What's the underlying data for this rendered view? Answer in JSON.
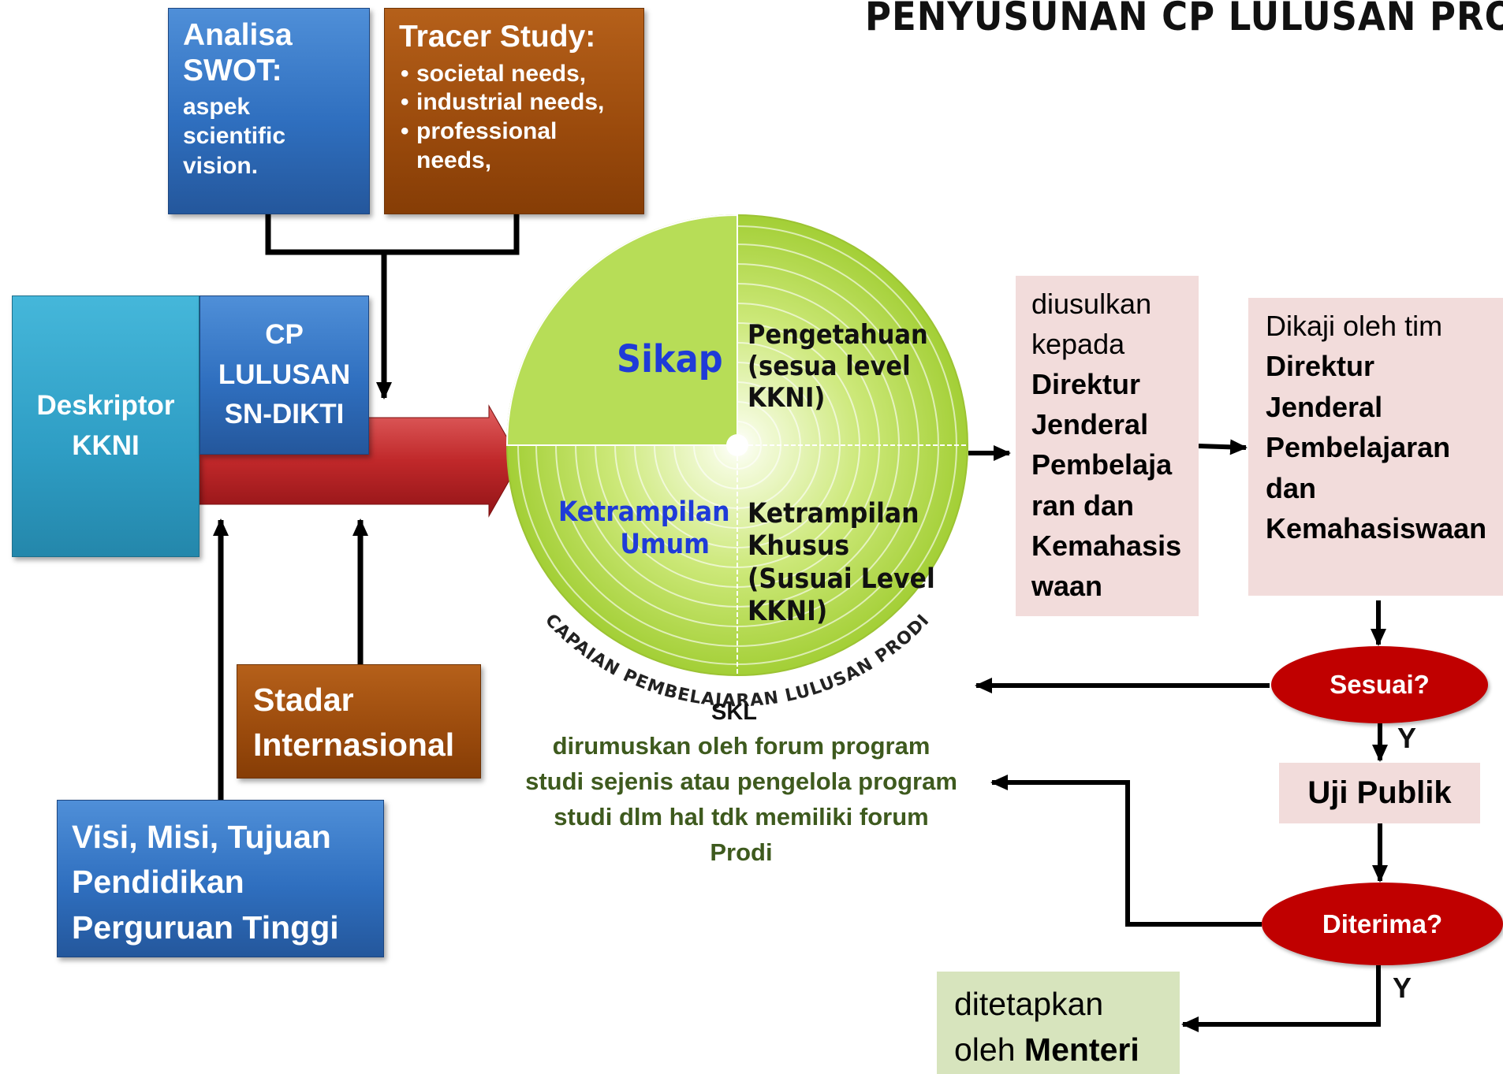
{
  "title": "PENYUSUNAN CP LULUSAN PRODI",
  "swot": {
    "heading1": "Analisa",
    "heading2": "SWOT:",
    "body": [
      "aspek",
      "scientific",
      "vision."
    ]
  },
  "tracer": {
    "heading": "Tracer Study:",
    "items": [
      "societal needs,",
      "industrial needs,",
      "professional needs,"
    ]
  },
  "deskriptor": {
    "line1": "Deskriptor",
    "line2": "KKNI"
  },
  "cp_sn": {
    "line1": "CP",
    "line2": "LULUSAN",
    "line3": "SN-DIKTI"
  },
  "stadar": {
    "line1": "Stadar",
    "line2": "Internasional"
  },
  "visi": {
    "line1": "Visi, Misi, Tujuan",
    "line2": "Pendidikan",
    "line3": "Perguruan Tinggi"
  },
  "wheel": {
    "sikap": "Sikap",
    "pengetahuan": [
      "Pengetahuan",
      "(sesua level",
      "KKNI)"
    ],
    "ket_umum": [
      "Ketrampilan",
      "Umum"
    ],
    "ket_khusus": [
      "Ketrampilan",
      "Khusus",
      "(Susuai Level",
      "KKNI)"
    ],
    "arc_label": "CAPAIAN PEMBELAJARAN LULUSAN PRODI",
    "colors": {
      "light": "#c5e563",
      "mid": "#a6cf3a",
      "sikap_fill": "#b9de5a"
    }
  },
  "skl": {
    "label": "SKL",
    "lines": [
      "dirumuskan oleh forum program",
      "studi sejenis atau pengelola program",
      "studi dlm hal tdk memiliki forum",
      "Prodi"
    ]
  },
  "diusulkan": {
    "lines_normal": [
      "diusulkan",
      "kepada"
    ],
    "lines_bold": [
      "Direktur",
      "Jenderal",
      "Pembelaja",
      "ran dan",
      "Kemahasis",
      "waan"
    ]
  },
  "dikaji": {
    "line_normal": "Dikaji oleh tim",
    "lines_bold": [
      "Direktur",
      "Jenderal",
      "Pembelajaran",
      "dan",
      "Kemahasiswaan"
    ]
  },
  "sesuai": "Sesuai?",
  "uji_publik": "Uji Publik",
  "diterima": "Diterima?",
  "yes1": "Y",
  "yes2": "Y",
  "ditetapkan": {
    "line1": "ditetapkan",
    "line2_prefix": "oleh ",
    "line2_bold": "Menteri"
  }
}
